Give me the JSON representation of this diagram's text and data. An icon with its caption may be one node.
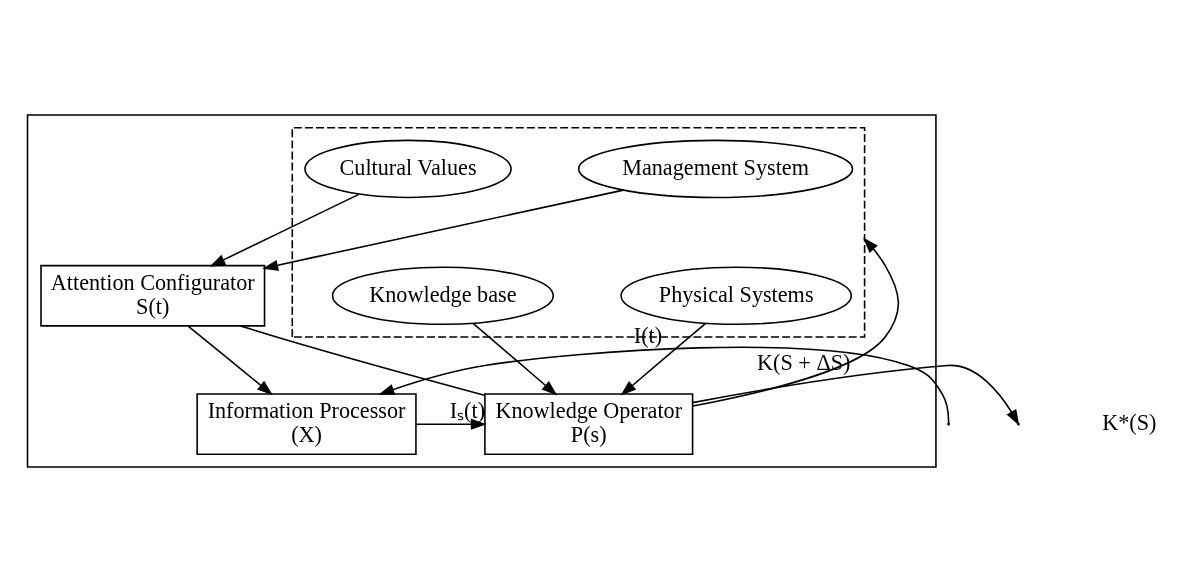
{
  "diagram": {
    "nodes": [
      {
        "text": [],
        "shape": "box"
      },
      {
        "text": [],
        "shape": "box",
        "in": 0
      },
      {
        "text": [
          "Management System"
        ],
        "in": 1
      },
      {
        "text": [
          "Cultural Values"
        ],
        "in": 1
      },
      {
        "text": [
          "Physical Systems"
        ],
        "in": 1
      },
      {
        "text": [
          "Knowledge base"
        ],
        "in": 1
      },
      {
        "text": [
          "Attention Configurator",
          "S(t)"
        ],
        "in": 0
      },
      {
        "text": [
          "Information Processor",
          "(X)"
        ],
        "in": 0
      },
      {
        "text": [
          "Knowledge Operator",
          "P(s)"
        ],
        "in": 0
      }
    ],
    "edges": [
      {
        "from": 2,
        "to": 6,
        "arrow": "to"
      },
      {
        "from": 3,
        "to": 6,
        "arrow": "to"
      },
      {
        "from": 4,
        "to": 8,
        "arrow": "to"
      },
      {
        "from": 5,
        "to": 8,
        "arrow": "to"
      },
      {
        "from": 6,
        "to": 7,
        "arrow": "to"
      },
      {
        "from": 6,
        "to": 8,
        "arrow": "none"
      },
      {
        "from": null,
        "to": 7,
        "arrow": "to",
        "label": "I(t)"
      },
      {
        "from": 7,
        "to": 8,
        "arrow": "to",
        "label": "Iₛ(t)"
      },
      {
        "from": 8,
        "to": null,
        "arrow": "to",
        "label": "K(S + ΔS)"
      },
      {
        "from": 8,
        "to": 1,
        "arrow": "to"
      }
    ],
    "labels": [
      "K*(S)"
    ]
  }
}
